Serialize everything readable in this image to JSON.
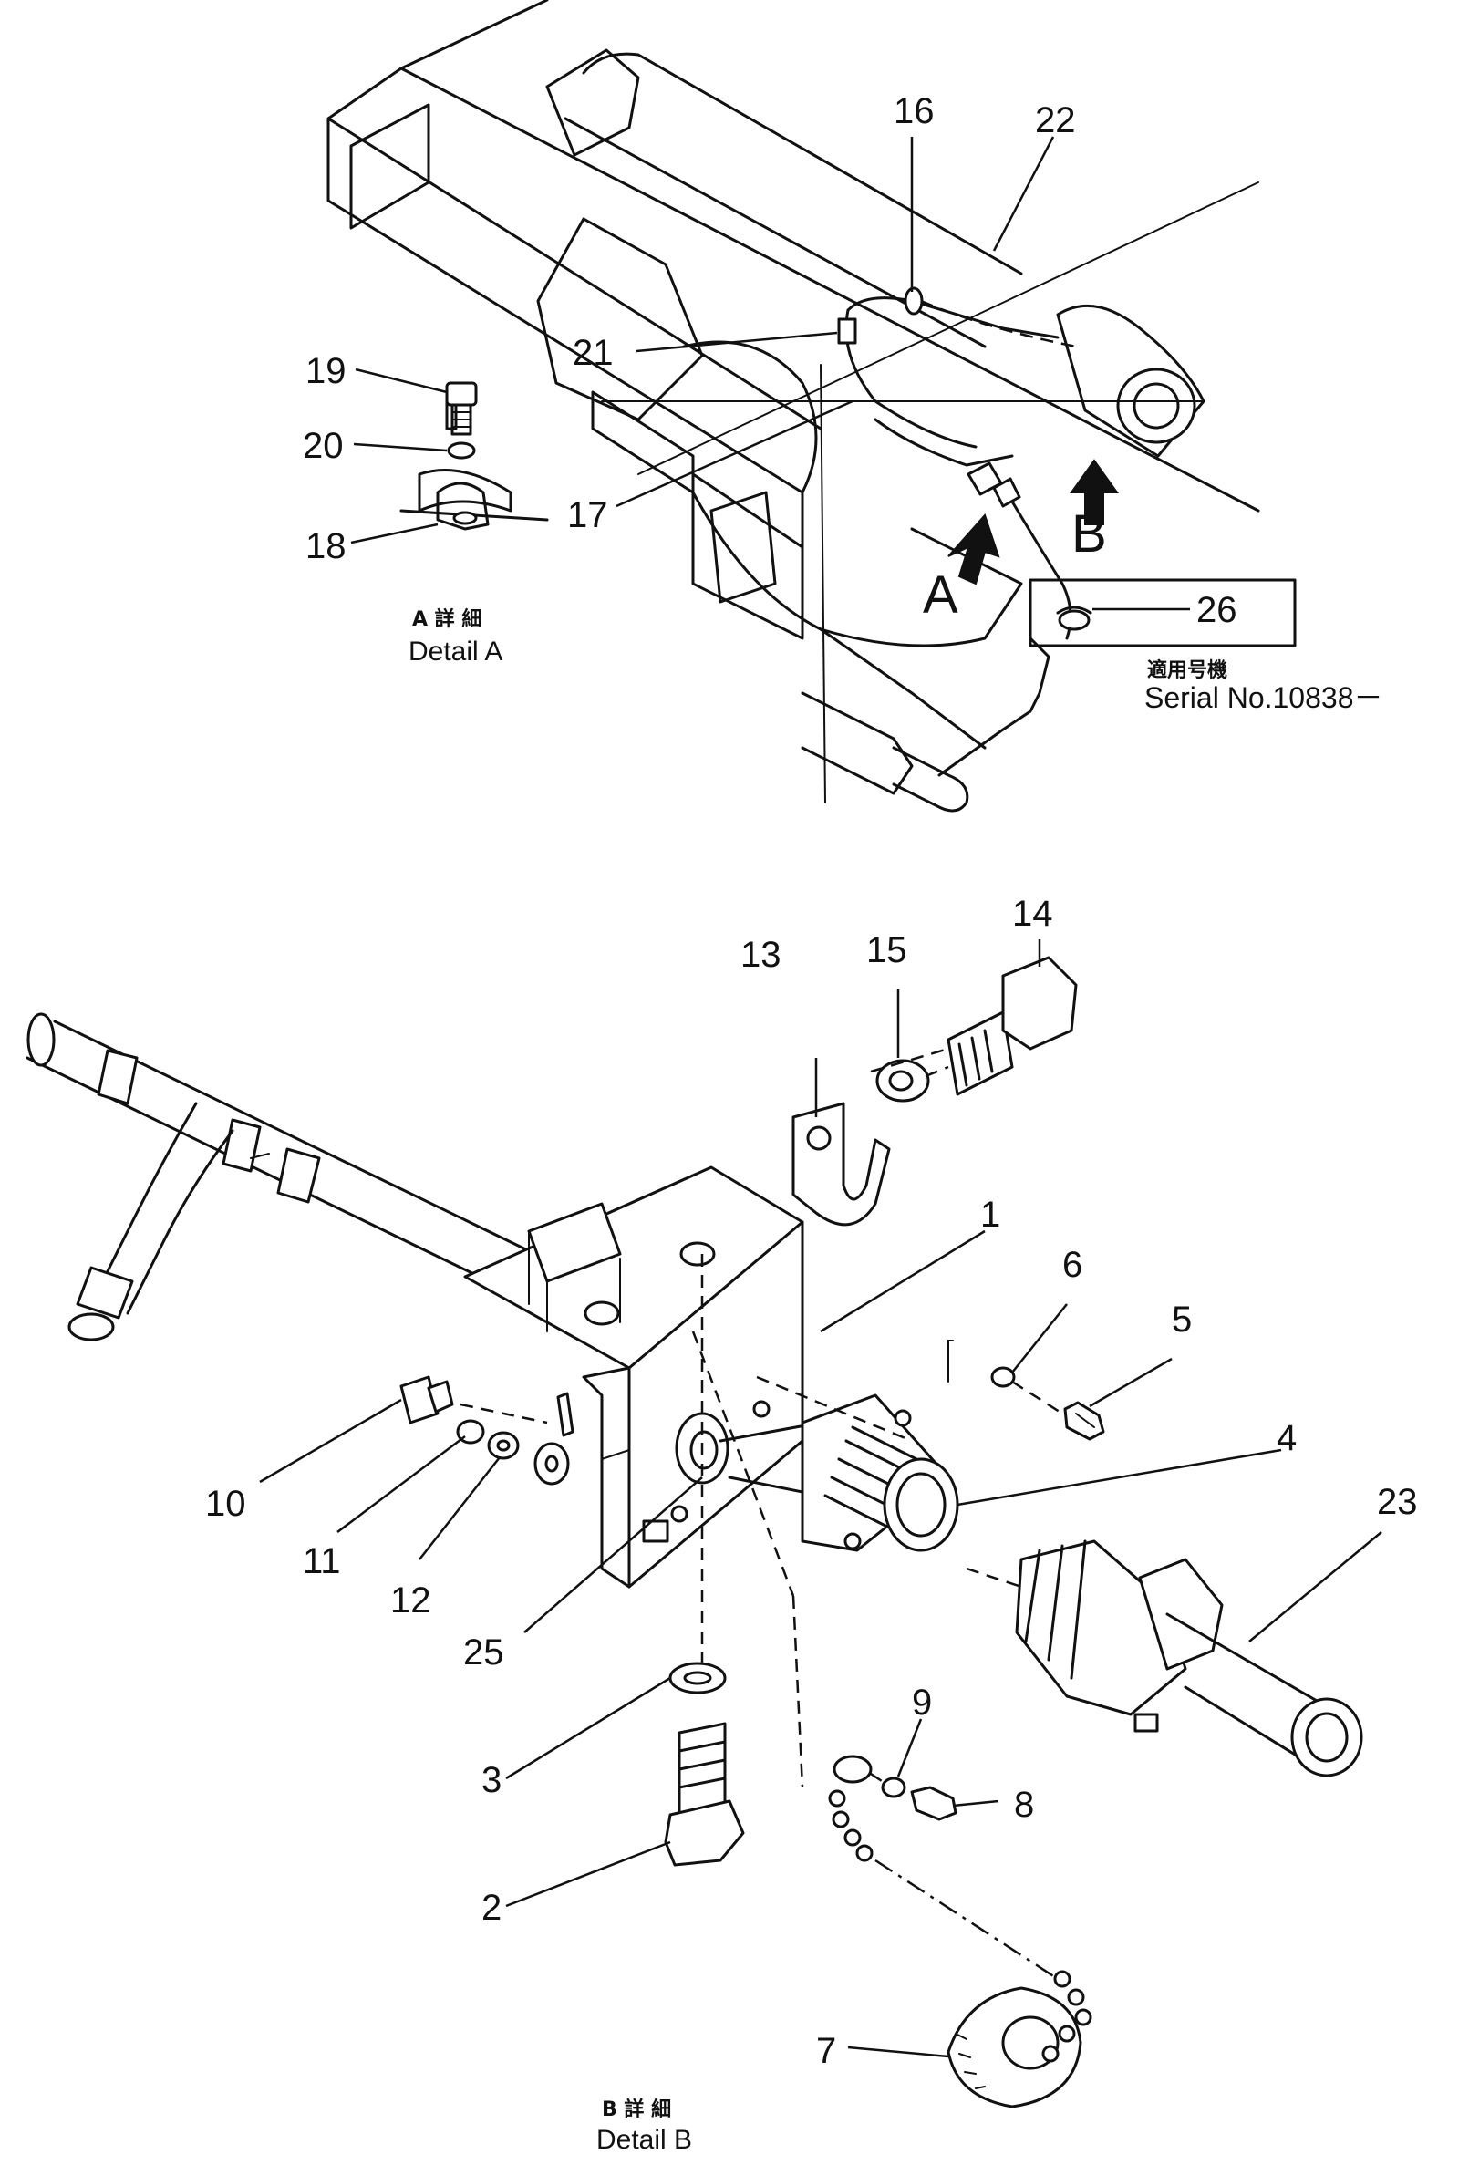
{
  "callouts": {
    "c1": "1",
    "c2": "2",
    "c3": "3",
    "c4": "4",
    "c5": "5",
    "c6": "6",
    "c7": "7",
    "c8": "8",
    "c9": "9",
    "c10": "10",
    "c11": "11",
    "c12": "12",
    "c13": "13",
    "c14": "14",
    "c15": "15",
    "c16": "16",
    "c17": "17",
    "c18": "18",
    "c19": "19",
    "c20": "20",
    "c21": "21",
    "c22": "22",
    "c23": "23",
    "c25": "25",
    "c26": "26"
  },
  "view_arrows": {
    "a": "A",
    "b": "B"
  },
  "detail_a": {
    "jp": "A 詳 細",
    "en": "Detail A"
  },
  "detail_b": {
    "jp": "B 詳 細",
    "en": "Detail B"
  },
  "serial_note": {
    "jp": "適用号機",
    "en": "Serial No.10838－"
  }
}
